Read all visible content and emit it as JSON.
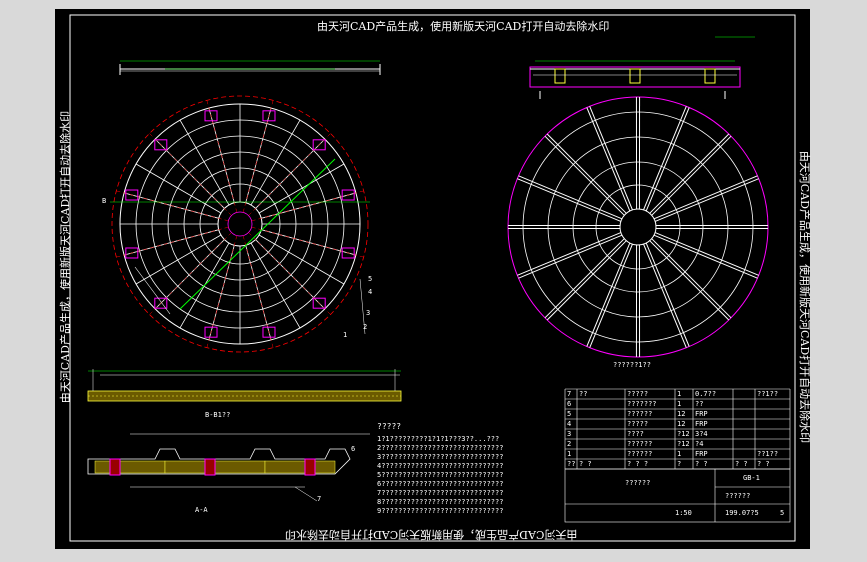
{
  "watermark": {
    "top": "由天河CAD产品生成，使用新版天河CAD打开自动去除水印",
    "bottom": "由天河CAD产品生成，使用新版天河CAD打开自动去除水印",
    "left": "由天河CAD产品生成，使用新版天河CAD打开自动去除水印",
    "right": "由天河CAD产品生成，使用新版天河CAD打开自动去除水印"
  },
  "left_plan": {
    "section_marker": "B",
    "callouts": [
      "5",
      "4",
      "3",
      "2",
      "1"
    ]
  },
  "right_plan": {
    "caption": "??????1??"
  },
  "section_bb": {
    "title": "B-B1??",
    "callouts": [
      "6",
      "7"
    ],
    "sub_label": "A-A"
  },
  "notes": {
    "title": "?????",
    "lines": [
      "1?1?????????1?1?1???3??...???",
      "2?????????????????????????????",
      "3?????????????????????????????",
      "4?????????????????????????????",
      "5?????????????????????????????",
      "6?????????????????????????????",
      "7?????????????????????????????",
      "8?????????????????????????????",
      "9?????????????????????????????"
    ]
  },
  "parts_table": {
    "rows": [
      [
        "7",
        "??",
        "?????",
        "1",
        "0.7??",
        "",
        "??1??"
      ],
      [
        "6",
        "",
        "???????",
        "1",
        "??",
        "",
        ""
      ],
      [
        "5",
        "",
        "??????",
        "12",
        "FRP",
        "",
        ""
      ],
      [
        "4",
        "",
        "?????",
        "12",
        "FRP",
        "",
        ""
      ],
      [
        "3",
        "",
        "????",
        "?12",
        "3?4",
        "",
        ""
      ],
      [
        "2",
        "",
        "??????",
        "?12",
        "?4",
        "",
        ""
      ],
      [
        "1",
        "",
        "??????",
        "1",
        "FRP",
        "",
        "??1??"
      ],
      [
        "??",
        "?  ?",
        "?  ?  ?",
        "?",
        "?  ?",
        "?  ?",
        "?  ?"
      ]
    ],
    "drawing_title": "??????",
    "drawing_no": "GB-1",
    "sheet_info": "??????",
    "scale": "1:50",
    "date": "199.07?5",
    "sheet": "5"
  },
  "colors": {
    "background": "#000000",
    "white": "#ffffff",
    "yellow": "#ffff3c",
    "magenta": "#ff00ff",
    "red": "#ff0000",
    "green": "#00ff00",
    "cyan": "#00ffff"
  }
}
